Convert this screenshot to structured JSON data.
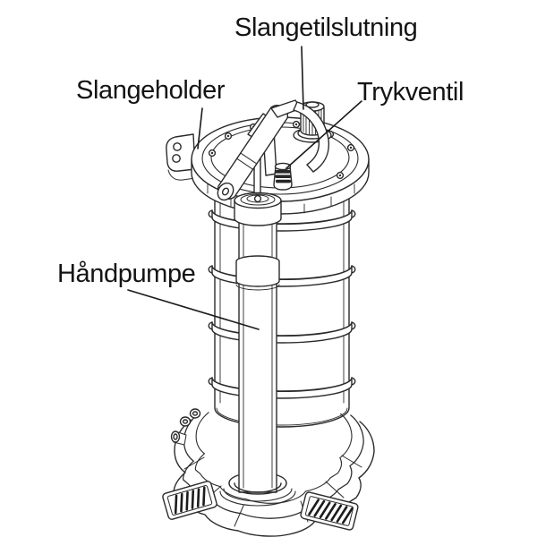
{
  "diagram": {
    "type": "technical-line-drawing",
    "subject": "hand-operated fluid pump with container, base and foot pedals",
    "colors": {
      "background": "#ffffff",
      "line": "#2b2b2b",
      "text": "#141414",
      "pedal_hatch": "#1c1c1c",
      "valve_dark": "#262626"
    },
    "callouts": [
      {
        "id": "hose-connection",
        "label": "Slangetilslutning"
      },
      {
        "id": "hose-holder",
        "label": "Slangeholder"
      },
      {
        "id": "pressure-valve",
        "label": "Trykventil"
      },
      {
        "id": "hand-pump",
        "label": "Håndpumpe"
      }
    ]
  }
}
